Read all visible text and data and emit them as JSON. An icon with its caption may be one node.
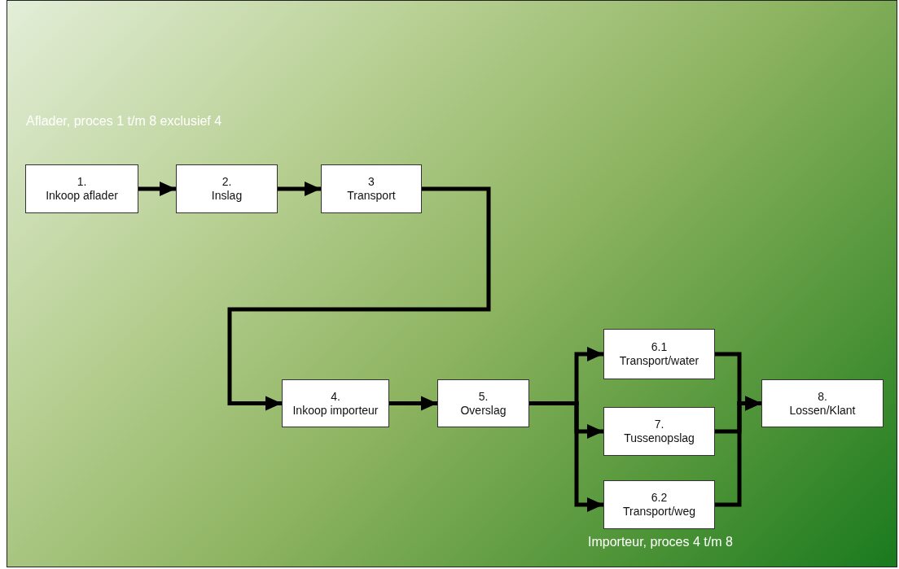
{
  "diagram": {
    "nodes": [
      {
        "text": [
          "1.",
          "Inkoop aflader"
        ]
      },
      {
        "text": [
          "2.",
          "Inslag"
        ]
      },
      {
        "text": [
          "3",
          "Transport"
        ]
      },
      {
        "text": [
          "4.",
          "Inkoop importeur"
        ]
      },
      {
        "text": [
          "5.",
          "Overslag"
        ]
      },
      {
        "text": [
          "6.1",
          "Transport/water"
        ]
      },
      {
        "text": [
          "7.",
          "Tussenopslag"
        ]
      },
      {
        "text": [
          "6.2",
          "Transport/weg"
        ]
      },
      {
        "text": [
          "8.",
          "Lossen/Klant"
        ]
      }
    ],
    "edges": [
      {
        "from": 0,
        "to": 1,
        "arrow": "to"
      },
      {
        "from": 1,
        "to": 2,
        "arrow": "to"
      },
      {
        "from": 2,
        "to": 3,
        "arrow": "to"
      },
      {
        "from": 3,
        "to": 4,
        "arrow": "to"
      },
      {
        "from": 4,
        "to": 5,
        "arrow": "to"
      },
      {
        "from": 4,
        "to": 6,
        "arrow": "to"
      },
      {
        "from": 4,
        "to": 7,
        "arrow": "to"
      },
      {
        "from": 5,
        "to": 8,
        "arrow": "to"
      },
      {
        "from": 6,
        "to": 8,
        "arrow": "to"
      },
      {
        "from": 7,
        "to": 8,
        "arrow": "to"
      }
    ],
    "labels": [
      "Aflader, proces 1 t/m 8 exclusief 4",
      "Importeur, proces 4 t/m 8"
    ]
  }
}
